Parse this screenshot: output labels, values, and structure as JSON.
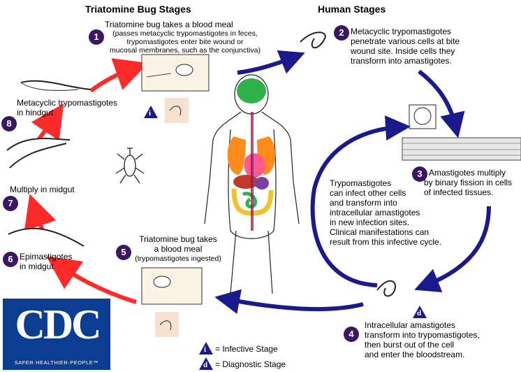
{
  "headings": {
    "bug": "Triatomine Bug Stages",
    "human": "Human Stages"
  },
  "stages": [
    {
      "num": "1",
      "title": "Triatomine bug takes a blood meal",
      "detail": [
        "(passes metacyclic trypomastigotes in feces,",
        "trypomastigotes enter bite wound or",
        "mucosal membranes, such as the conjunctiva)"
      ]
    },
    {
      "num": "2",
      "lines": [
        "Metacyclic trypomastigotes",
        "penetrate various cells at bite",
        "wound site.  Inside cells they",
        "transform into amastigotes."
      ]
    },
    {
      "num": "3",
      "lines": [
        "Amastigotes multiply",
        "by binary fission in cells",
        "of infected tissues."
      ]
    },
    {
      "num": "4",
      "lines": [
        "Intracellular amastigotes",
        "transform into trypomastigotes,",
        "then burst out of the cell",
        "and enter the bloodstream."
      ]
    },
    {
      "num": "5",
      "title": [
        "Triatomine bug takes",
        "a blood meal"
      ],
      "detail": "(trypomastigotes ingested)"
    },
    {
      "num": "6",
      "lines": [
        "Epimastigotes",
        "in midgut"
      ]
    },
    {
      "num": "7",
      "lines": [
        "Multiply in midgut"
      ]
    },
    {
      "num": "8",
      "lines": [
        "Metacyclic trypomastigotes",
        "in hindgut"
      ]
    }
  ],
  "cycle_text": [
    "Trypomastigotes",
    "can infect other cells",
    "and transform into",
    "intracellular amastigotes",
    "in new infection sites.",
    "Clinical manifestations can",
    "result from this infective cycle."
  ],
  "legend": {
    "infective_symbol": "i",
    "infective_label": "= Infective Stage",
    "diagnostic_symbol": "d",
    "diagnostic_label": "= Diagnostic Stage"
  },
  "logo": {
    "letters": "CDC",
    "tagline": "SAFER·HEALTHIER·PEOPLE™"
  },
  "colors": {
    "red_arrow": "#ff2a2a",
    "blue_arrow": "#1a1a8c",
    "badge": "#3b1662",
    "cdc_blue": "#0b3d91"
  }
}
